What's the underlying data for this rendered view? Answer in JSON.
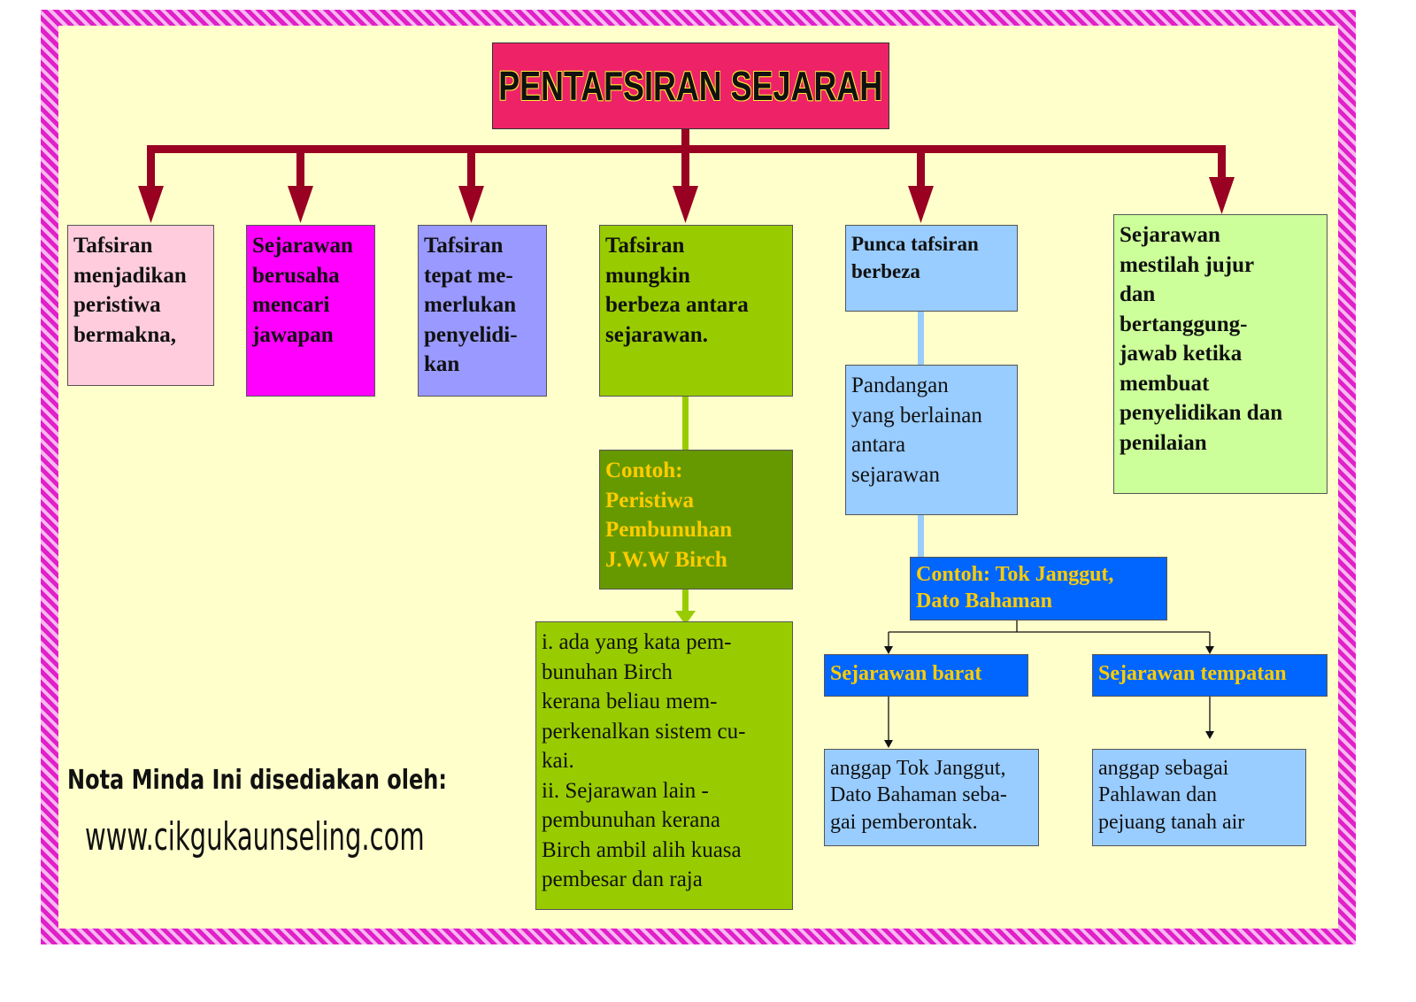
{
  "title": "PENTAFSIRAN SEJARAH",
  "branches": [
    {
      "text": "Tafsiran\nmenjadikan\nperistiwa\nbermakna,"
    },
    {
      "text": "Sejarawan\nberusaha\nmencari\njawapan"
    },
    {
      "text": "Tafsiran\ntepat me-\nmerlukan\npenyelidi-\nkan"
    },
    {
      "text": "Tafsiran\nmungkin\nberbeza antara\nsejarawan."
    },
    {
      "text": "Punca tafsiran\nberbeza"
    },
    {
      "text": "Sejarawan\nmestilah jujur\ndan\nbertanggung-\njawab ketika\nmembuat\npenyelidikan dan\npenilaian"
    }
  ],
  "example_birch": {
    "heading": "Contoh:\nPeristiwa\nPembunuhan\nJ.W.W Birch",
    "details": "i. ada yang kata pem-\nbunuhan Birch\nkerana beliau mem-\nperkenalkan sistem cu-\nkai.\nii. Sejarawan lain -\npembunuhan kerana\nBirch ambil alih kuasa\npembesar dan raja"
  },
  "punca": {
    "view": "Pandangan\nyang berlainan\nantara\nsejarawan",
    "example": "Contoh: Tok Janggut,\nDato Bahaman",
    "western": {
      "label": "Sejarawan barat",
      "view": "anggap Tok Janggut,\nDato Bahaman seba-\ngai pemberontak."
    },
    "local": {
      "label": "Sejarawan tempatan",
      "view": "anggap sebagai\nPahlawan dan\npejuang tanah air"
    }
  },
  "credit": {
    "line1": "Nota Minda Ini disediakan oleh:",
    "line2": "www.cikgukaunseling.com"
  },
  "colors": {
    "title_bg": "#ee2266",
    "arrow": "#990022",
    "border": "#e020c8",
    "background": "#ffffcc",
    "pink_box": "#ffccdd",
    "magenta_box": "#ff00ff",
    "lavender_box": "#9999ff",
    "green_box": "#99cc00",
    "dark_green_box": "#669900",
    "light_blue_box": "#99ccff",
    "light_green_box": "#ccff99",
    "blue_box": "#0066ff",
    "yellow_text": "#ffcc00"
  }
}
